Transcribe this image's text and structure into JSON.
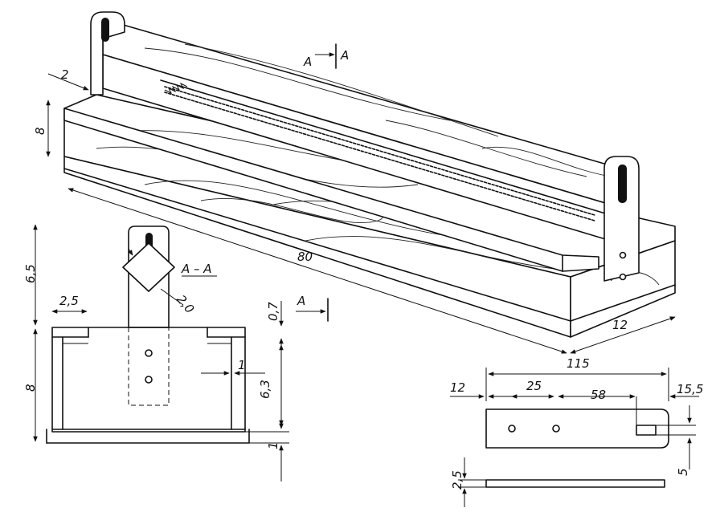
{
  "section_marker": {
    "letter": "А",
    "section_label": "А – А"
  },
  "iso_view": {
    "dim_gap": "2",
    "dim_height": "8",
    "dim_length": "80",
    "dim_depth": "12"
  },
  "section_view": {
    "dim_top": "6,5",
    "dim_step": "2,5",
    "dim_diag": "2,0",
    "dim_slot": "0,7",
    "dim_height": "8",
    "dim_wall": "1",
    "dim_rail": "6,3",
    "dim_base": "1"
  },
  "bracket_view": {
    "dim_total": "115",
    "dim_left": "12",
    "dim_hole_gap": "25",
    "dim_mid": "58",
    "dim_right": "15,5",
    "dim_notch": "5",
    "dim_thick": "2,5"
  }
}
